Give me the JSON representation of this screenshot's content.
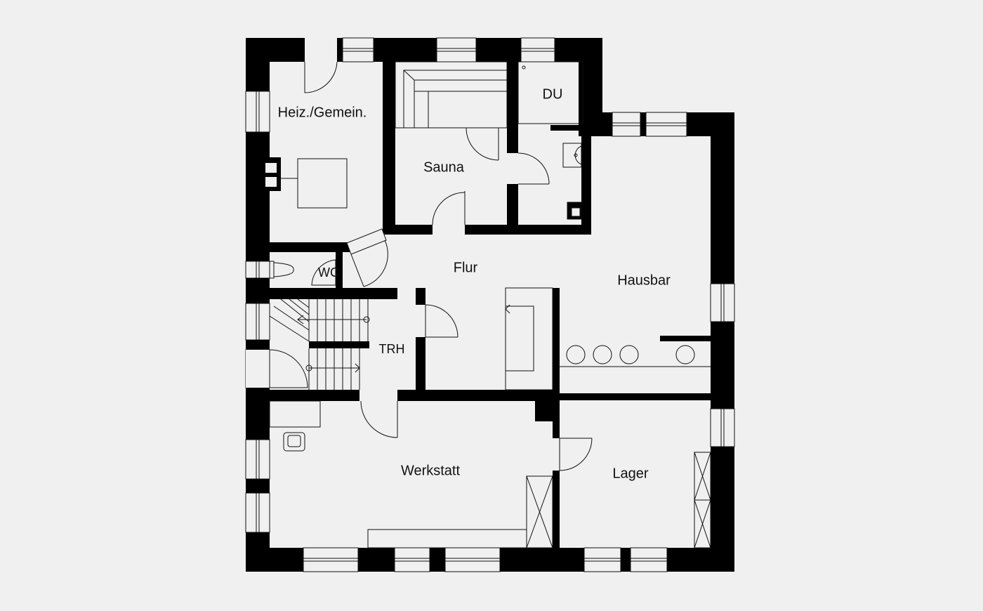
{
  "floor_plan": {
    "rooms": [
      {
        "id": "heiz",
        "label": "Heiz./Gemein."
      },
      {
        "id": "sauna",
        "label": "Sauna"
      },
      {
        "id": "du",
        "label": "DU"
      },
      {
        "id": "wc",
        "label": "WC"
      },
      {
        "id": "flur",
        "label": "Flur"
      },
      {
        "id": "hausbar",
        "label": "Hausbar"
      },
      {
        "id": "trh",
        "label": "TRH"
      },
      {
        "id": "werkstatt",
        "label": "Werkstatt"
      },
      {
        "id": "lager",
        "label": "Lager"
      }
    ]
  },
  "colors": {
    "background": "#f0f0f0",
    "wall": "#000000",
    "line": "#111111"
  }
}
